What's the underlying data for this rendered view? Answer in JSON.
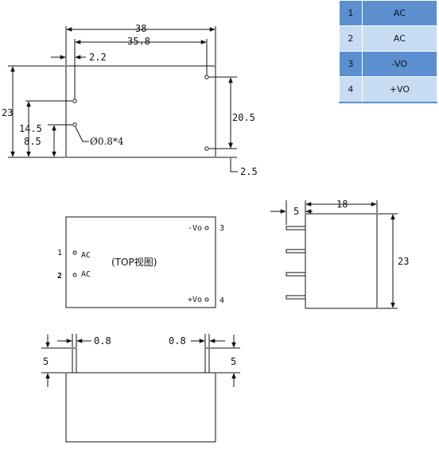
{
  "pin_table": {
    "rows": [
      {
        "pin": "1",
        "func": "AC"
      },
      {
        "pin": "2",
        "func": "AC"
      },
      {
        "pin": "3",
        "func": "-VO"
      },
      {
        "pin": "4",
        "func": "+VO"
      }
    ],
    "colors": {
      "dark_row": "#5b8fd0",
      "light_row": "#c7dcf2"
    }
  },
  "top_outline": {
    "dim_width": "38",
    "dim_pin_span": "35.8",
    "dim_left_offset": "2.2",
    "dim_height": "23",
    "dim_left_pin_upper": "14.5",
    "dim_left_pin_lower": "8.5",
    "dim_right_pin_span": "20.5",
    "dim_right_pin_offset": "2.5",
    "hole_note": "Ø0.8*4"
  },
  "top_view": {
    "title": "(TOP视图)",
    "pins": [
      {
        "num": "1",
        "label": "AC"
      },
      {
        "num": "2",
        "label": "AC"
      },
      {
        "num": "3",
        "label": "-Vo"
      },
      {
        "num": "4",
        "label": "+Vo"
      }
    ]
  },
  "side_view": {
    "dim_pin_length": "5",
    "dim_depth": "18",
    "dim_height": "23"
  },
  "front_view": {
    "dim_pin_width_left": "0.8",
    "dim_pin_width_right": "0.8",
    "dim_pin_height_left": "5",
    "dim_pin_height_right": "5"
  }
}
